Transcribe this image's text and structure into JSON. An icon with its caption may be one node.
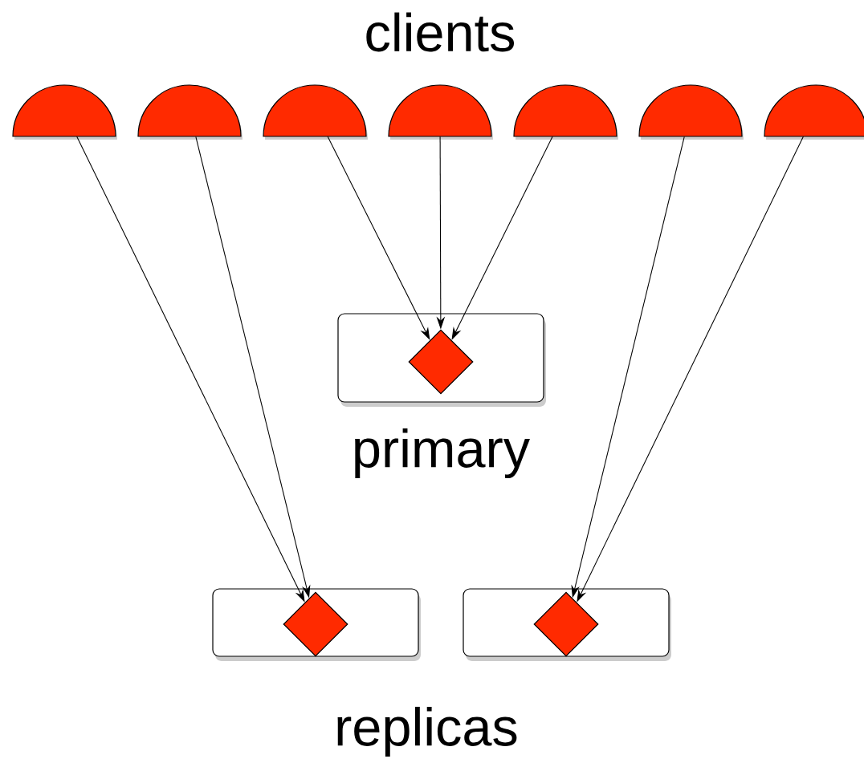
{
  "diagram": {
    "nodes": [
      {
        "text": [],
        "shape": "semicircle"
      },
      {
        "text": [],
        "shape": "semicircle"
      },
      {
        "text": [],
        "shape": "semicircle"
      },
      {
        "text": [],
        "shape": "semicircle"
      },
      {
        "text": [],
        "shape": "semicircle"
      },
      {
        "text": [],
        "shape": "semicircle"
      },
      {
        "text": [],
        "shape": "semicircle"
      },
      {
        "text": [
          "primary"
        ]
      },
      {
        "text": [],
        "shape": "diamond",
        "in": 7
      },
      {
        "text": [],
        "shape": "box"
      },
      {
        "text": [],
        "shape": "diamond",
        "in": 9
      },
      {
        "text": [],
        "shape": "box"
      },
      {
        "text": [],
        "shape": "diamond",
        "in": 11
      }
    ],
    "edges": [
      {
        "from": 0,
        "to": 10,
        "arrow": "to"
      },
      {
        "from": 1,
        "to": 10,
        "arrow": "to"
      },
      {
        "from": 2,
        "to": 8,
        "arrow": "to"
      },
      {
        "from": 3,
        "to": 8,
        "arrow": "to"
      },
      {
        "from": 4,
        "to": 8,
        "arrow": "to"
      },
      {
        "from": 5,
        "to": 12,
        "arrow": "to"
      },
      {
        "from": 6,
        "to": 12,
        "arrow": "to"
      }
    ],
    "labels": [
      "clients",
      "replicas"
    ]
  }
}
